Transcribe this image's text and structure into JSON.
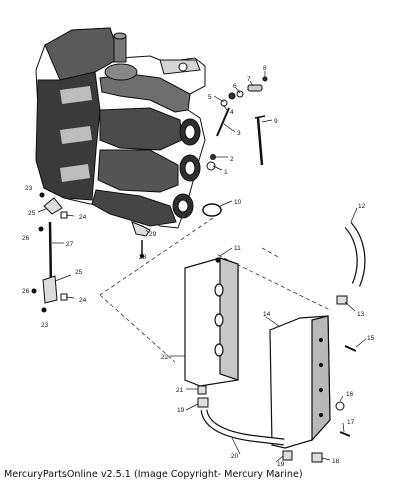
{
  "diagram": {
    "callouts": [
      "1",
      "2",
      "3",
      "4",
      "5",
      "6",
      "7",
      "8",
      "9",
      "10",
      "11",
      "12",
      "13",
      "14",
      "15",
      "16",
      "17",
      "18",
      "19",
      "19",
      "20",
      "21",
      "22",
      "23",
      "23",
      "24",
      "24",
      "25",
      "25",
      "26",
      "26",
      "27",
      "28",
      "29"
    ]
  },
  "caption": "MercuryPartsOnline v2.5.1 (Image Copyright- Mercury Marine)"
}
